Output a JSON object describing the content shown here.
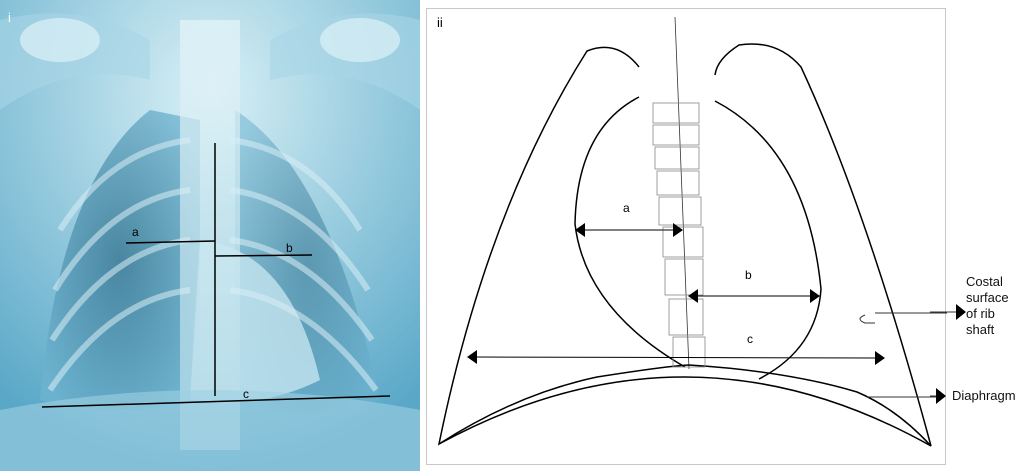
{
  "panels": {
    "left": {
      "label": "i"
    },
    "right": {
      "label": "ii"
    }
  },
  "xray_labels": {
    "a": "a",
    "b": "b",
    "c": "c"
  },
  "diagram_labels": {
    "a": "a",
    "b": "b",
    "c": "c"
  },
  "callouts": {
    "costal": [
      "Costal",
      "surface",
      "of rib",
      "shaft"
    ],
    "diaphragm": "Diaphragm"
  },
  "colors": {
    "xray_base": "#5aa8c8",
    "xray_light": "#bfe3ef",
    "xray_dark": "#3a7f9e",
    "line": "#000000"
  }
}
